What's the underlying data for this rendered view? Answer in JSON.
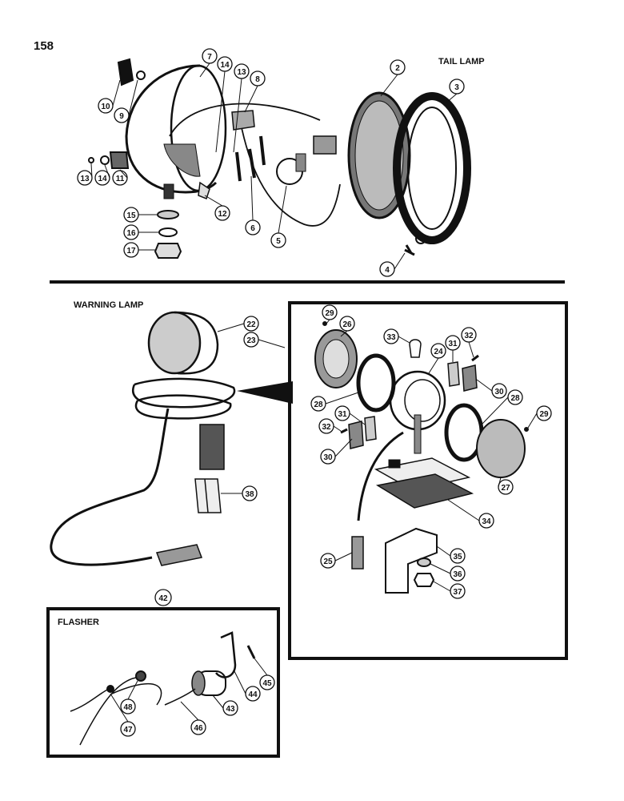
{
  "page_number": "158",
  "sections": {
    "tail_lamp": "TAIL LAMP",
    "warning_lamp": "WARNING LAMP",
    "flasher": "FLASHER"
  },
  "callouts": {
    "c2": "2",
    "c3": "3",
    "c4": "4",
    "c5": "5",
    "c6": "6",
    "c7": "7",
    "c8": "8",
    "c9": "9",
    "c10": "10",
    "c11": "11",
    "c12": "12",
    "c13a": "13",
    "c13b": "13",
    "c14a": "14",
    "c14b": "14",
    "c15": "15",
    "c16": "16",
    "c17": "17",
    "c22": "22",
    "c23": "23",
    "c24": "24",
    "c25": "25",
    "c26": "26",
    "c27": "27",
    "c28a": "28",
    "c28b": "28",
    "c29a": "29",
    "c29b": "29",
    "c30a": "30",
    "c30b": "30",
    "c31a": "31",
    "c31b": "31",
    "c32a": "32",
    "c32b": "32",
    "c33": "33",
    "c34": "34",
    "c35": "35",
    "c36": "36",
    "c37": "37",
    "c38": "38",
    "c42": "42",
    "c43": "43",
    "c44": "44",
    "c45": "45",
    "c46": "46",
    "c47": "47",
    "c48": "48"
  },
  "colors": {
    "ink": "#111111",
    "paper": "#ffffff"
  }
}
